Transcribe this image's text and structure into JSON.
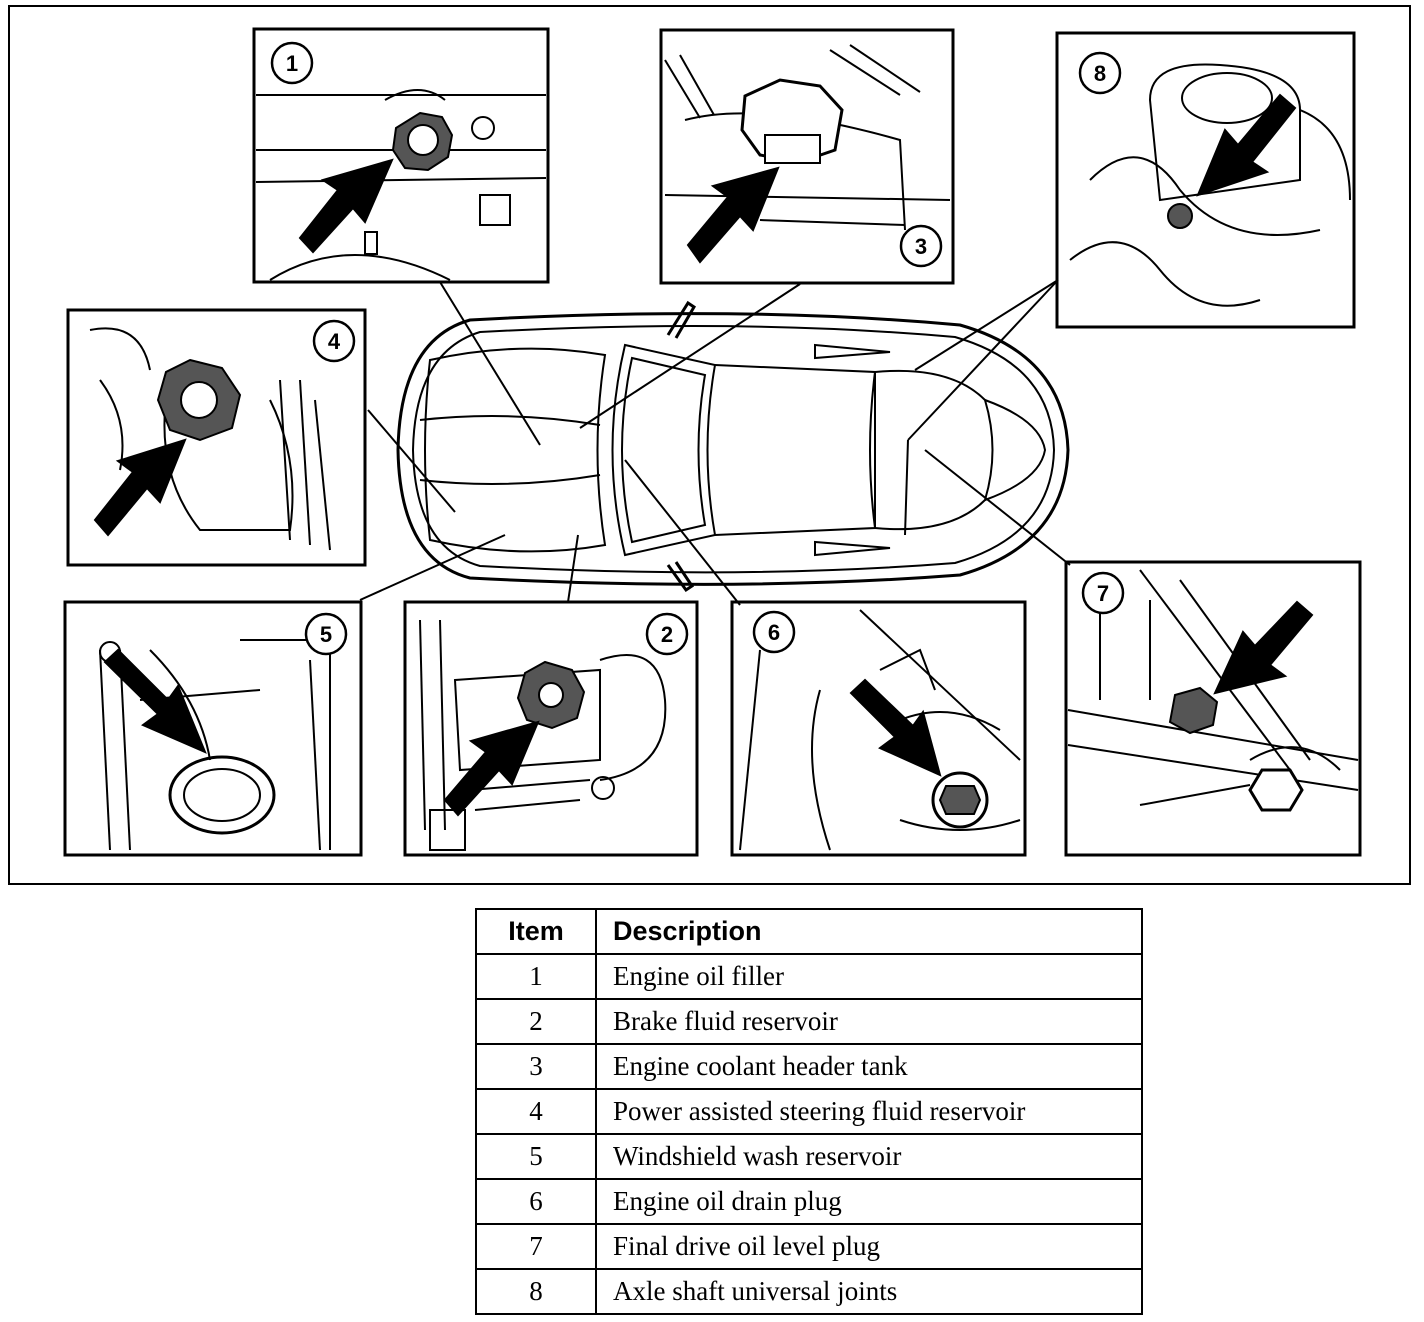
{
  "callouts": [
    "1",
    "2",
    "3",
    "4",
    "5",
    "6",
    "7",
    "8"
  ],
  "legend": {
    "headers": {
      "item": "Item",
      "description": "Description"
    },
    "rows": [
      {
        "item": "1",
        "description": "Engine oil filler"
      },
      {
        "item": "2",
        "description": "Brake fluid reservoir"
      },
      {
        "item": "3",
        "description": "Engine coolant header tank"
      },
      {
        "item": "4",
        "description": "Power assisted steering fluid reservoir"
      },
      {
        "item": "5",
        "description": "Windshield wash reservoir"
      },
      {
        "item": "6",
        "description": "Engine oil drain plug"
      },
      {
        "item": "7",
        "description": "Final drive oil level plug"
      },
      {
        "item": "8",
        "description": "Axle shaft universal joints"
      }
    ]
  }
}
